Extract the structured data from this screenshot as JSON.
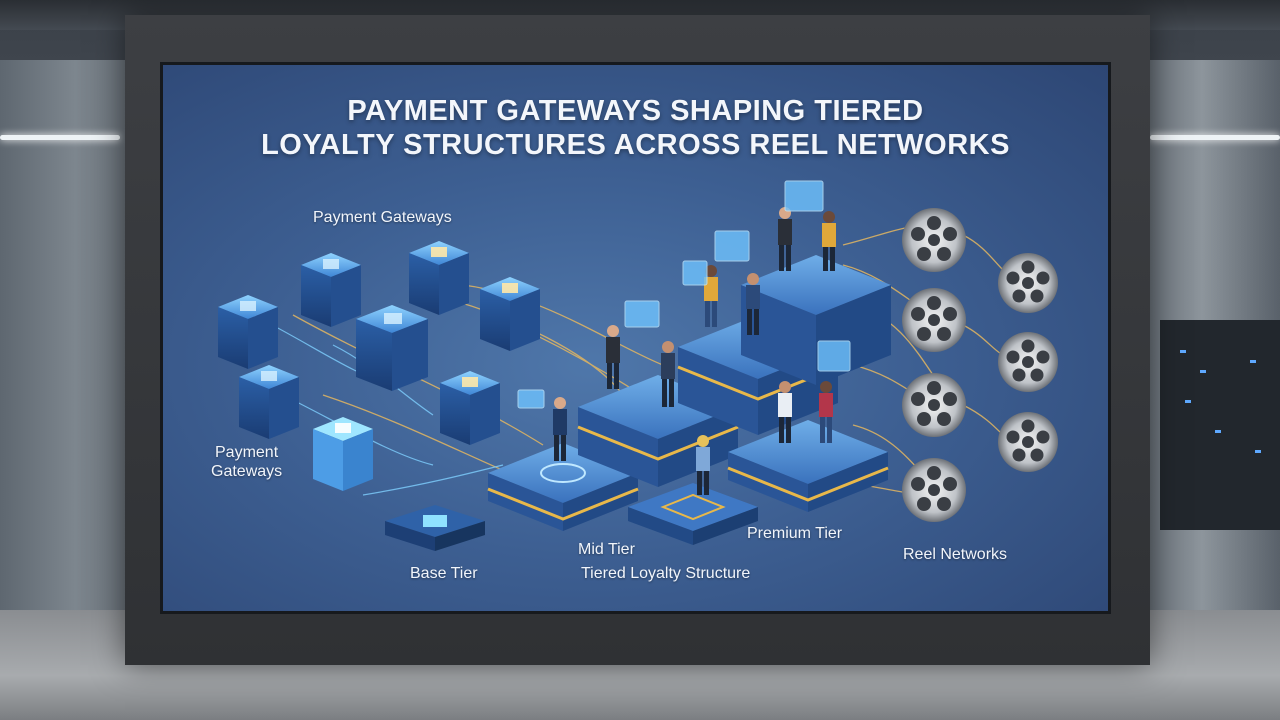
{
  "title": {
    "line1": "PAYMENT GATEWAYS SHAPING TIERED",
    "line2": "LOYALTY STRUCTURES ACROSS REEL NETWORKS"
  },
  "labels": {
    "payment_gateways_top": "Payment Gateways",
    "payment_gateways_left_1": "Payment",
    "payment_gateways_left_2": "Gateways",
    "base_tier": "Base Tier",
    "mid_tier": "Mid Tier",
    "tiered_loyalty_structure": "Tiered Loyalty Structure",
    "premium_tier": "Premium Tier",
    "reel_networks": "Reel Networks"
  },
  "colors": {
    "screen_bg": "#3d5f92",
    "glow_blue": "#6fc3ff",
    "gold": "#e8b84a",
    "text": "#f1f5fb"
  }
}
